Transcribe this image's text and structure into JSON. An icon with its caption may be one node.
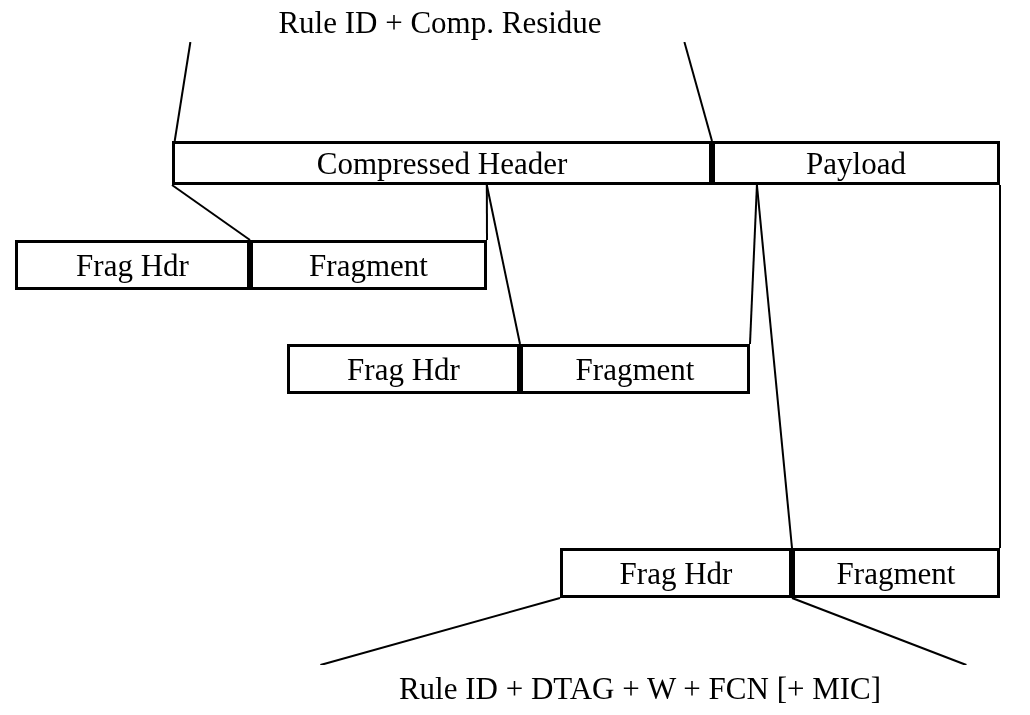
{
  "diagram": {
    "nodes": [
      {
        "text": [
          "Rule ID + Comp. Residue"
        ]
      },
      {
        "text": [
          "Compressed Header"
        ]
      },
      {
        "text": [
          "Payload"
        ]
      },
      {
        "text": [
          "Frag Hdr"
        ]
      },
      {
        "text": [
          "Fragment"
        ]
      },
      {
        "text": [
          "Frag Hdr"
        ]
      },
      {
        "text": [
          "Fragment"
        ]
      },
      {
        "text": [
          "Frag Hdr"
        ]
      },
      {
        "text": [
          "Fragment"
        ]
      },
      {
        "text": [
          "Rule ID + DTAG + W + FCN [+ MIC]"
        ]
      }
    ],
    "edges": [
      {
        "from": 0,
        "to": 1,
        "arrow": "none"
      },
      {
        "from": 0,
        "to": 1,
        "arrow": "none"
      },
      {
        "from": 1,
        "to": 4,
        "arrow": "none"
      },
      {
        "from": 1,
        "to": 4,
        "arrow": "none"
      },
      {
        "from": 1,
        "to": 6,
        "arrow": "none"
      },
      {
        "from": 2,
        "to": 6,
        "arrow": "none"
      },
      {
        "from": 2,
        "to": 8,
        "arrow": "none"
      },
      {
        "from": 2,
        "to": 8,
        "arrow": "none"
      },
      {
        "from": 7,
        "to": 9,
        "arrow": "none"
      },
      {
        "from": 7,
        "to": 9,
        "arrow": "none"
      }
    ]
  }
}
